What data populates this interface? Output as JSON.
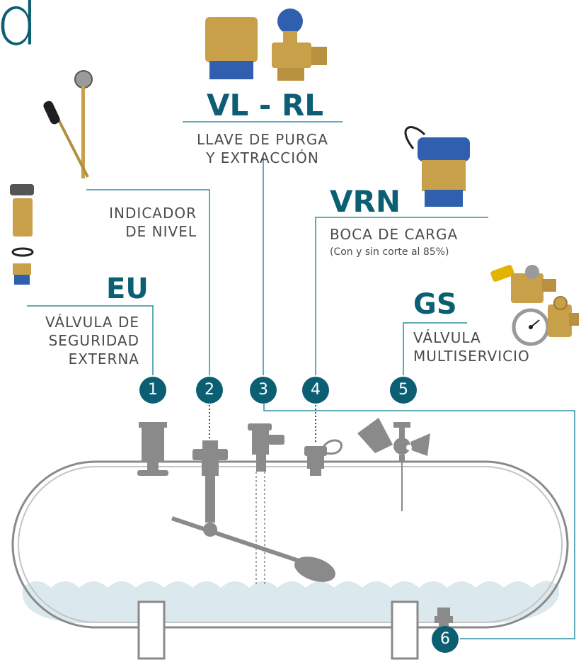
{
  "header": {
    "partial_letter": "d"
  },
  "valves": [
    {
      "number": "1",
      "code": "EU",
      "description_lines": [
        "VÁLVULA DE",
        "SEGURIDAD",
        "EXTERNA"
      ],
      "icon": "safety-valve-icon"
    },
    {
      "number": "2",
      "code": "",
      "description_lines": [
        "INDICADOR",
        "DE NIVEL"
      ],
      "icon": "level-gauge-icon"
    },
    {
      "number": "3",
      "code": "VL - RL",
      "description_lines": [
        "LLAVE DE PURGA",
        "Y EXTRACCIÓN"
      ],
      "icon": "purge-valve-icon"
    },
    {
      "number": "4",
      "code": "VRN",
      "description_lines": [
        "BOCA DE CARGA"
      ],
      "note": "(Con y sin corte al 85%)",
      "icon": "filling-valve-icon"
    },
    {
      "number": "5",
      "code": "GS",
      "description_lines": [
        "VÁLVULA",
        "MULTISERVICIO"
      ],
      "icon": "multiservice-valve-icon"
    },
    {
      "number": "6",
      "code": "",
      "description_lines": [],
      "icon": "drain-valve-icon"
    }
  ],
  "colors": {
    "accent": "#0c5f73",
    "line": "#2d8ea3",
    "tank_outline": "#7d7d7d",
    "liquid": "#dbe8ee",
    "part_gray": "#8a8a8a",
    "brass": "#c9a04a",
    "blue": "#2f5fae"
  }
}
